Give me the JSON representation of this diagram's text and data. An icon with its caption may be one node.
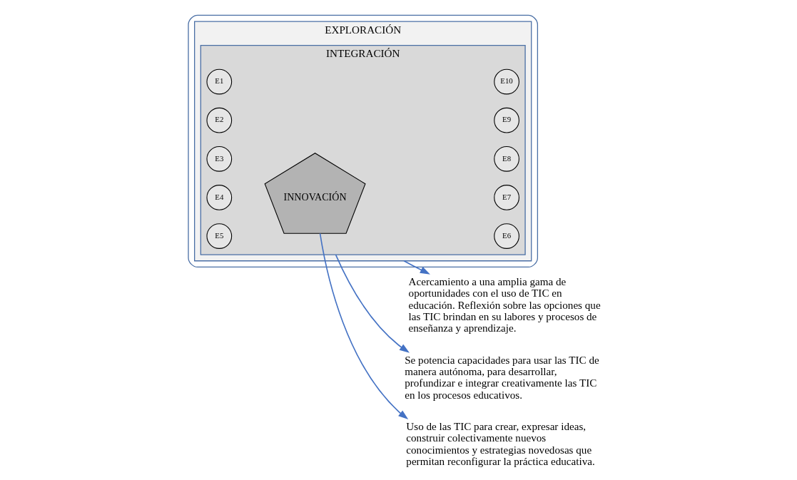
{
  "diagram": {
    "nodes": [
      {
        "text": [],
        "shape": "pentagon"
      },
      {
        "text": [
          "EXPLORACIÓN"
        ],
        "in": 0
      },
      {
        "text": [
          "INTEGRACIÓN"
        ],
        "in": 1
      },
      {
        "text": [
          "INNOVACIÓN"
        ],
        "in": 2
      },
      {
        "text": [
          "E1"
        ],
        "in": 2
      },
      {
        "text": [
          "E2"
        ],
        "in": 2
      },
      {
        "text": [
          "E3"
        ],
        "in": 2
      },
      {
        "text": [
          "E4"
        ],
        "in": 2
      },
      {
        "text": [
          "E5"
        ],
        "in": 2
      },
      {
        "text": [
          "E6"
        ],
        "in": 2
      },
      {
        "text": [
          "E7"
        ],
        "in": 2
      },
      {
        "text": [
          "E8"
        ],
        "in": 2
      },
      {
        "text": [
          "E9"
        ],
        "in": 2
      },
      {
        "text": [
          "E10"
        ],
        "in": 2
      },
      {
        "text": [
          "Acercamiento a una amplia gama de oportunidades con el uso de TIC en educación. Reflexión sobre las opciones que las TIC brindan en su labores y procesos de enseñanza y aprendizaje."
        ]
      },
      {
        "text": [
          "Se potencia capacidades para usar las TIC de manera autónoma, para desarrollar, profundizar e integrar creativamente las TIC en los procesos educativos."
        ]
      },
      {
        "text": [
          "Uso de las TIC para crear, expresar ideas, construir colectivamente nuevos conocimientos y estrategias novedosas que permitan reconfigurar la práctica educativa."
        ]
      }
    ],
    "edges": [
      {
        "from": 1,
        "to": 14,
        "arrow": "to"
      },
      {
        "from": 2,
        "to": 15,
        "arrow": "to"
      },
      {
        "from": 3,
        "to": 16,
        "arrow": "to"
      }
    ]
  }
}
